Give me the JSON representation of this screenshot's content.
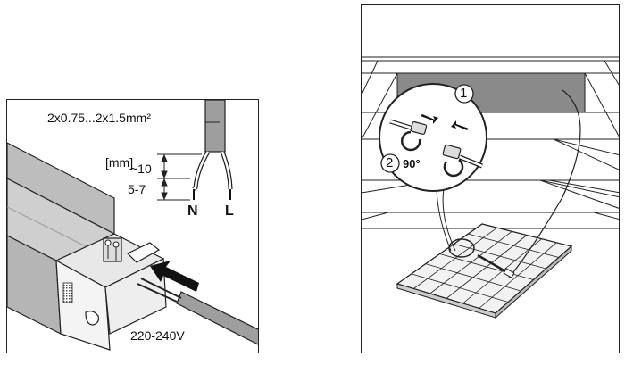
{
  "wiring_panel": {
    "wire_gauge_label": "2x0.75...2x1.5mm²",
    "unit_label": "[mm]",
    "outer_strip_length": "~10",
    "inner_strip_length": "5-7",
    "neutral_label": "N",
    "live_label": "L",
    "voltage_label": "220-240V"
  },
  "install_panel": {
    "step1_label": "1",
    "step2_label": "2",
    "rotation_label": "90°"
  }
}
